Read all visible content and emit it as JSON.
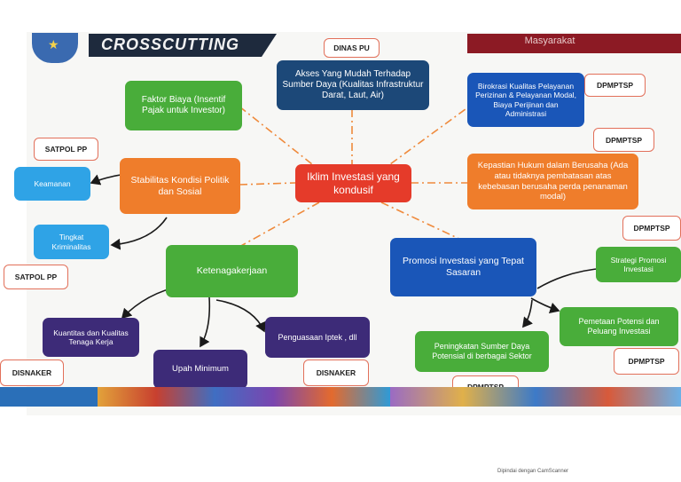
{
  "header": {
    "title": "CROSSCUTTING",
    "masyarakat": "Masyarakat"
  },
  "center": "Iklim Investasi yang kondusif",
  "nodes": {
    "akses": "Akses Yang Mudah Terhadap Sumber Daya (Kualitas Infrastruktur Darat, Laut, Air)",
    "faktor_biaya": "Faktor Biaya (Insentif Pajak untuk Investor)",
    "birokrasi": "Birokrasi Kualitas Pelayanan Perizinan & Pelayanan Modal, Biaya Perijinan dan Administrasi",
    "stabilitas": "Stabilitas Kondisi Politik dan Sosial",
    "kepastian": "Kepastian Hukum dalam Berusaha (Ada atau tidaknya pembatasan atas kebebasan berusaha perda penanaman modal)",
    "keamanan": "Keamanan",
    "kriminalitas": "Tingkat Kriminalitas",
    "ketenagakerjaan": "Ketenagakerjaan",
    "promosi": "Promosi Investasi yang Tepat Sasaran",
    "strategi": "Strategi Promosi Investasi",
    "pemetaan": "Pemetaan Potensi dan Peluang Investasi",
    "peningkatan": "Peningkatan Sumber Daya Potensial di berbagai Sektor",
    "kuantitas": "Kuantitas dan Kualitas Tenaga Kerja",
    "upah": "Upah Minimum",
    "iptek": "Penguasaan Iptek , dll"
  },
  "tags": {
    "dinas_pu": "DINAS PU",
    "dpmptsp_1": "DPMPTSP",
    "dpmptsp_2": "DPMPTSP",
    "dpmptsp_3": "DPMPTSP",
    "dpmptsp_4": "DPMPTSP",
    "dpmptsp_5": "DPMPTSP",
    "satpol_1": "SATPOL PP",
    "satpol_2": "SATPOL PP",
    "disnaker_1": "DISNAKER",
    "disnaker_2": "DISNAKER"
  },
  "footer": {
    "scanner_note": "Dipindai dengan CamScanner"
  },
  "colors": {
    "green": "#49ad3a",
    "orange": "#ef7d2b",
    "red": "#e53b2a",
    "navy": "#1c4878",
    "blue": "#1a56b8",
    "light_blue": "#2fa3e6",
    "purple": "#3d2b78",
    "connector": "#ef8a3c",
    "tag_border": "#e2705a"
  }
}
